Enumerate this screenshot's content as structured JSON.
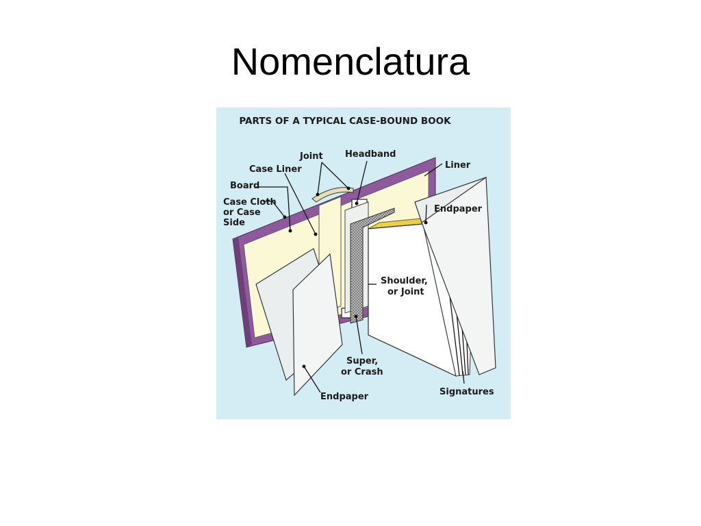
{
  "slide": {
    "title": "Nomenclatura"
  },
  "figure": {
    "title": "PARTS OF A TYPICAL CASE-BOUND BOOK",
    "labels": {
      "joint": "Joint",
      "headband": "Headband",
      "case_liner": "Case Liner",
      "liner": "Liner",
      "board": "Board",
      "case_cloth_line1": "Case Cloth",
      "case_cloth_line2": "or Case",
      "case_cloth_line3": "Side",
      "endpaper_right": "Endpaper",
      "shoulder_line1": "Shoulder,",
      "shoulder_line2": "or Joint",
      "super_line1": "Super,",
      "super_line2": "or Crash",
      "endpaper_bottom": "Endpaper",
      "signatures": "Signatures"
    },
    "colors": {
      "background": "#d4ecf3",
      "case_cloth": "#8e5a9c",
      "board": "#fbf8d6",
      "page_edges": "#e8d04a",
      "paper": "#ffffff",
      "endpaper": "#e9eeee"
    }
  }
}
